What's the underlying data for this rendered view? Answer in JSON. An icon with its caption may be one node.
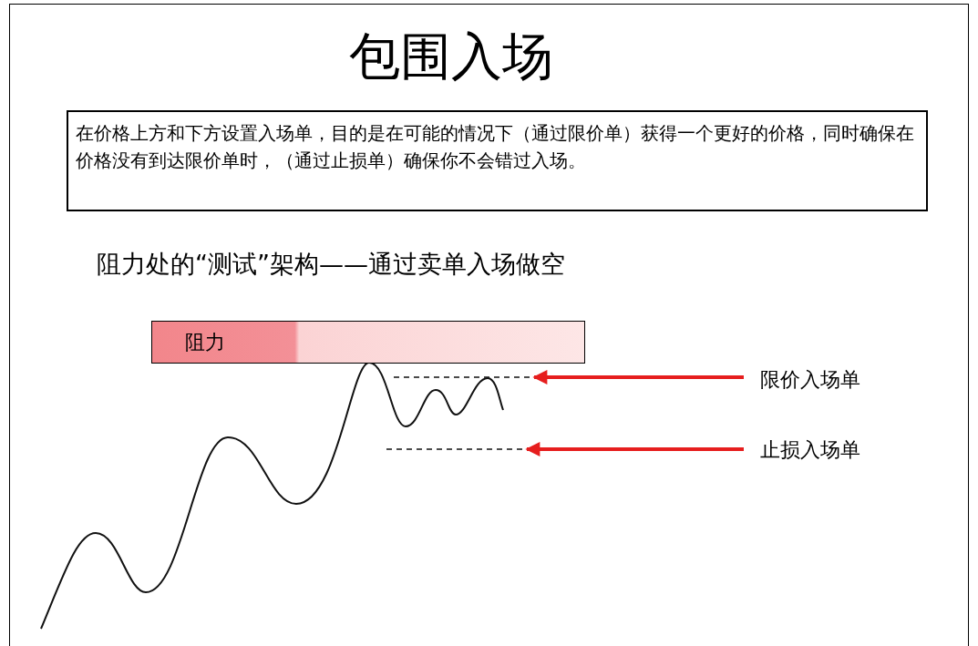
{
  "diagram": {
    "title": "包围入场",
    "nodes": [
      {
        "text": [
          "在价格上方和下方设置入场单，目的是在可能的情况下（通过限价单）获得一个更好的价格，同时确保在价格没有到达限价单时，（通过止损单）确保你不会错过入场。"
        ]
      },
      {
        "text": [
          "阻力"
        ]
      },
      {
        "text": [],
        "shape": "line"
      },
      {
        "text": [
          "限价入场单"
        ]
      },
      {
        "text": [],
        "shape": "line"
      },
      {
        "text": [
          "止损入场单"
        ]
      }
    ],
    "edges": [
      {
        "from": 3,
        "to": 2,
        "arrow": "to"
      },
      {
        "from": 5,
        "to": 4,
        "arrow": "to"
      }
    ],
    "labels": [
      "阻力处的“测试”架构——通过卖单入场做空"
    ]
  }
}
